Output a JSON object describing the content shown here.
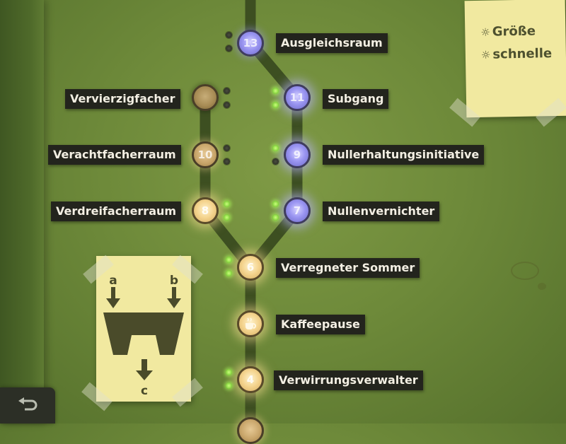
{
  "levels": [
    {
      "key": "ausgleichsraum",
      "number": "13",
      "label": "Ausgleichsraum"
    },
    {
      "key": "vervierzigfacher",
      "number": "",
      "label": "Vervierzigfacher"
    },
    {
      "key": "subgang",
      "number": "11",
      "label": "Subgang"
    },
    {
      "key": "verachtfacherraum",
      "number": "10",
      "label": "Verachtfacherraum"
    },
    {
      "key": "nullerhaltungsinitiative",
      "number": "9",
      "label": "Nullerhaltungsinitiative"
    },
    {
      "key": "verdreifacherraum",
      "number": "8",
      "label": "Verdreifacherraum"
    },
    {
      "key": "nullenvernichter",
      "number": "7",
      "label": "Nullenvernichter"
    },
    {
      "key": "verregneter-sommer",
      "number": "6",
      "label": "Verregneter Sommer"
    },
    {
      "key": "kaffeepause",
      "number": "",
      "label": "Kaffeepause",
      "icon": "coffee-cup-icon"
    },
    {
      "key": "verwirrungsverwalter",
      "number": "4",
      "label": "Verwirrungsverwalter"
    }
  ],
  "notes": {
    "criteria": [
      {
        "icon": "sun-icon",
        "text": "Größe"
      },
      {
        "icon": "sun-icon",
        "text": "schnelle"
      }
    ],
    "component": {
      "input_a": "a",
      "input_b": "b",
      "output_c": "c"
    }
  },
  "controls": {
    "back_icon": "undo-arrow-icon"
  },
  "colors": {
    "background": "#6e8a3a",
    "purple_node": "#9b96f2",
    "yellow_node": "#f4d38d",
    "label_bg": "#23241d",
    "note": "#f1e9a0",
    "indicator_on": "#80d03a"
  }
}
